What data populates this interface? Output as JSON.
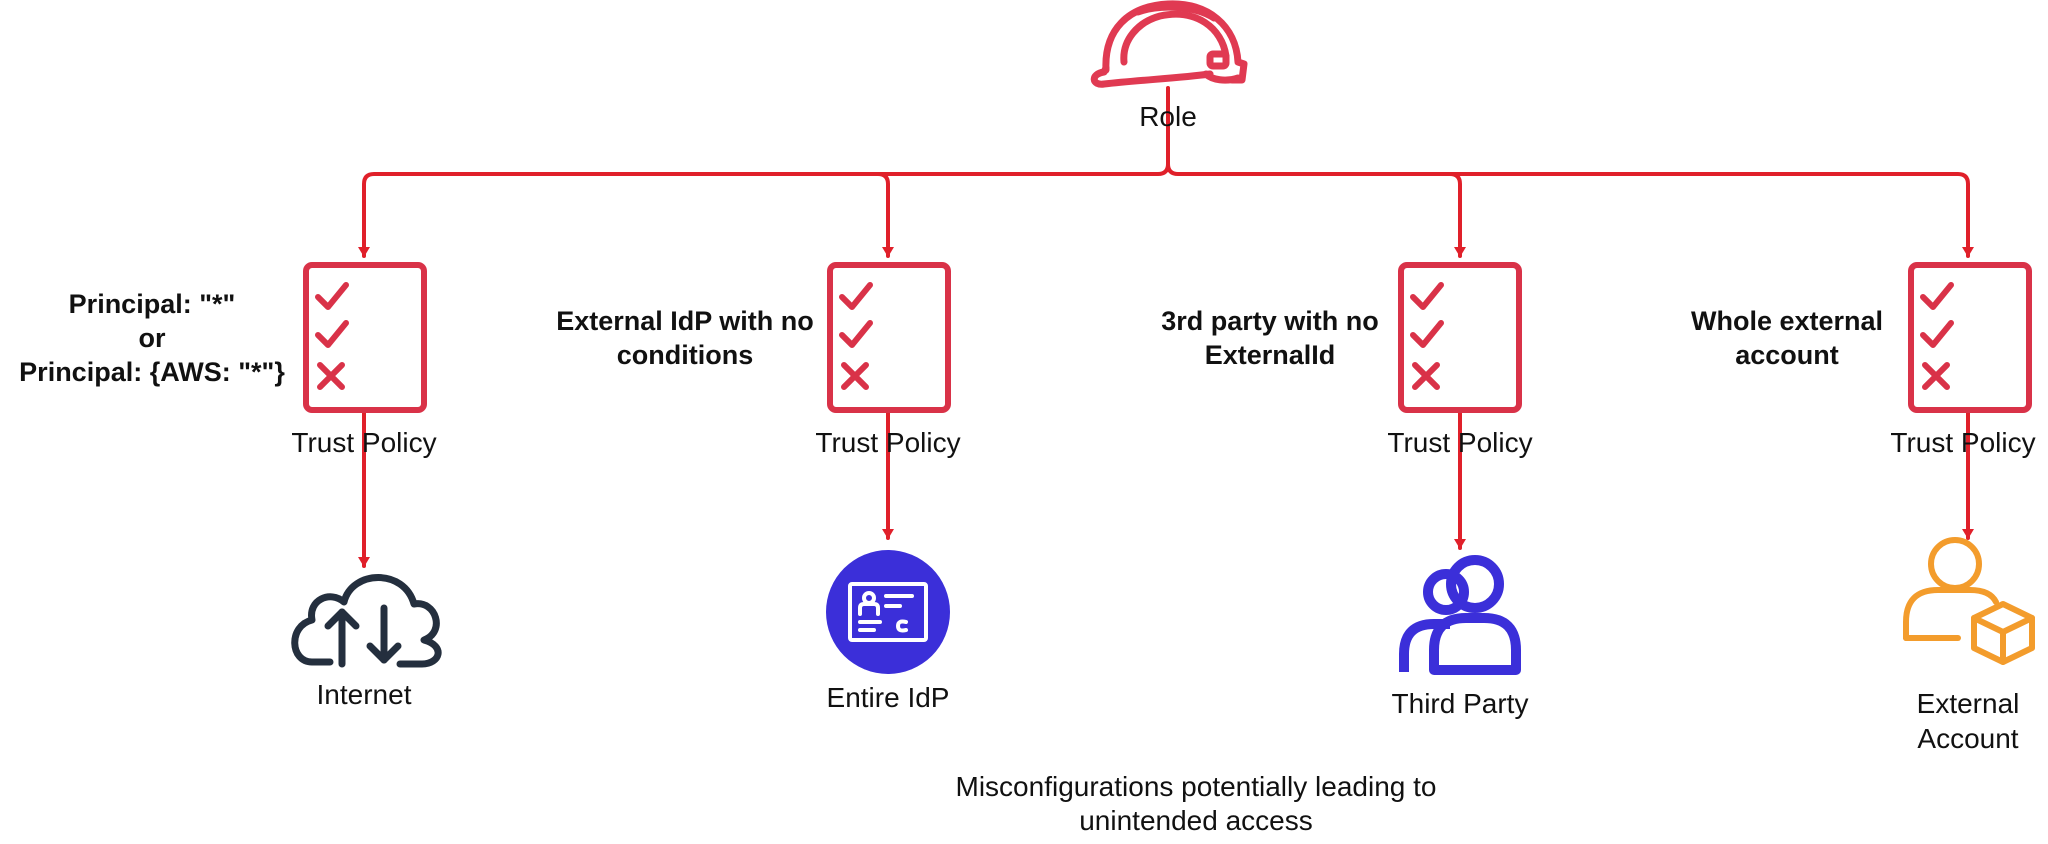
{
  "role": {
    "label": "Role",
    "icon": "hard-hat-icon"
  },
  "branches": [
    {
      "id": "internet",
      "condition_lines": [
        "Principal: \"*\"",
        "or",
        "Principal: {AWS: \"*\"}"
      ],
      "policy_label": "Trust Policy",
      "target_lines": [
        "Internet"
      ],
      "target_icon": "cloud-upload-download-icon"
    },
    {
      "id": "idp",
      "condition_lines": [
        "External IdP with no",
        "conditions"
      ],
      "policy_label": "Trust Policy",
      "target_lines": [
        "Entire IdP"
      ],
      "target_icon": "identity-card-icon"
    },
    {
      "id": "third-party",
      "condition_lines": [
        "3rd party with no",
        "ExternalId"
      ],
      "policy_label": "Trust Policy",
      "target_lines": [
        "Third Party"
      ],
      "target_icon": "users-icon"
    },
    {
      "id": "external-account",
      "condition_lines": [
        "Whole external",
        "account"
      ],
      "policy_label": "Trust Policy",
      "target_lines": [
        "External",
        "Account"
      ],
      "target_icon": "user-with-box-icon"
    }
  ],
  "caption_lines": [
    "Misconfigurations potentially leading to",
    "unintended access"
  ],
  "colors": {
    "role_red": "#e03a52",
    "connector_red": "#e0202a",
    "policy_red": "#d93248",
    "internet_navy": "#242f3e",
    "idp_blue": "#3b2fd9",
    "third_party_blue": "#3b2fd9",
    "external_orange": "#f39c2c",
    "text": "#111111"
  }
}
